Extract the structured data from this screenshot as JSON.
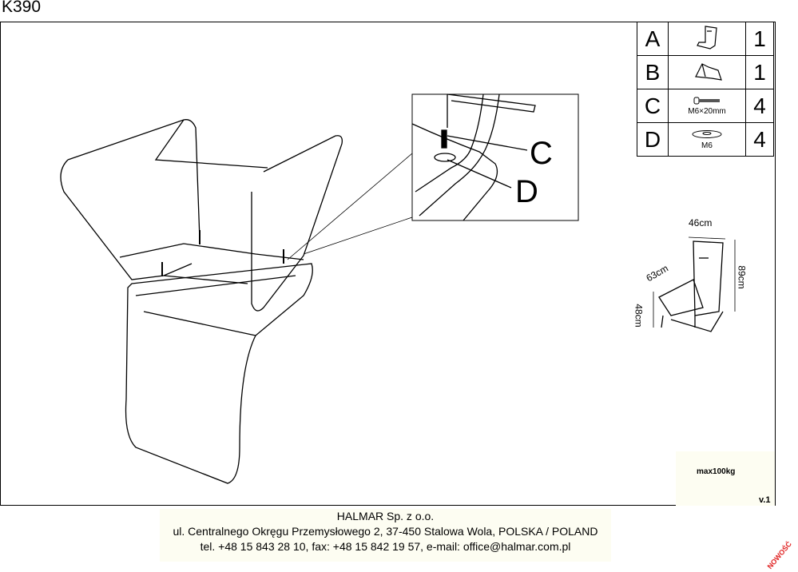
{
  "document": {
    "title": "K390",
    "version": "v.1"
  },
  "parts": [
    {
      "letter": "A",
      "icon": "chair-seat-icon",
      "spec": "",
      "qty": "1"
    },
    {
      "letter": "B",
      "icon": "chair-frame-icon",
      "spec": "",
      "qty": "1"
    },
    {
      "letter": "C",
      "icon": "bolt-icon",
      "spec": "M6×20mm",
      "qty": "4"
    },
    {
      "letter": "D",
      "icon": "washer-icon",
      "spec": "M6",
      "qty": "4"
    }
  ],
  "detail": {
    "label_c": "C",
    "label_d": "D"
  },
  "dimensions": {
    "width": "46cm",
    "depth": "63cm",
    "height": "89cm",
    "seat_height": "48cm"
  },
  "load": {
    "label": "max100kg"
  },
  "footer": {
    "company": "HALMAR Sp. z o.o.",
    "address": "ul. Centralnego Okręgu Przemysłowego 2, 37-450 Stalowa Wola, POLSKA / POLAND",
    "contact": "tel. +48 15 843 28 10, fax: +48 15 842 19 57, e-mail: office@halmar.com.pl"
  },
  "stamp": "NOWOŚĆ",
  "colors": {
    "footer_bg": "#fdfdf2",
    "stamp": "#e02020"
  }
}
